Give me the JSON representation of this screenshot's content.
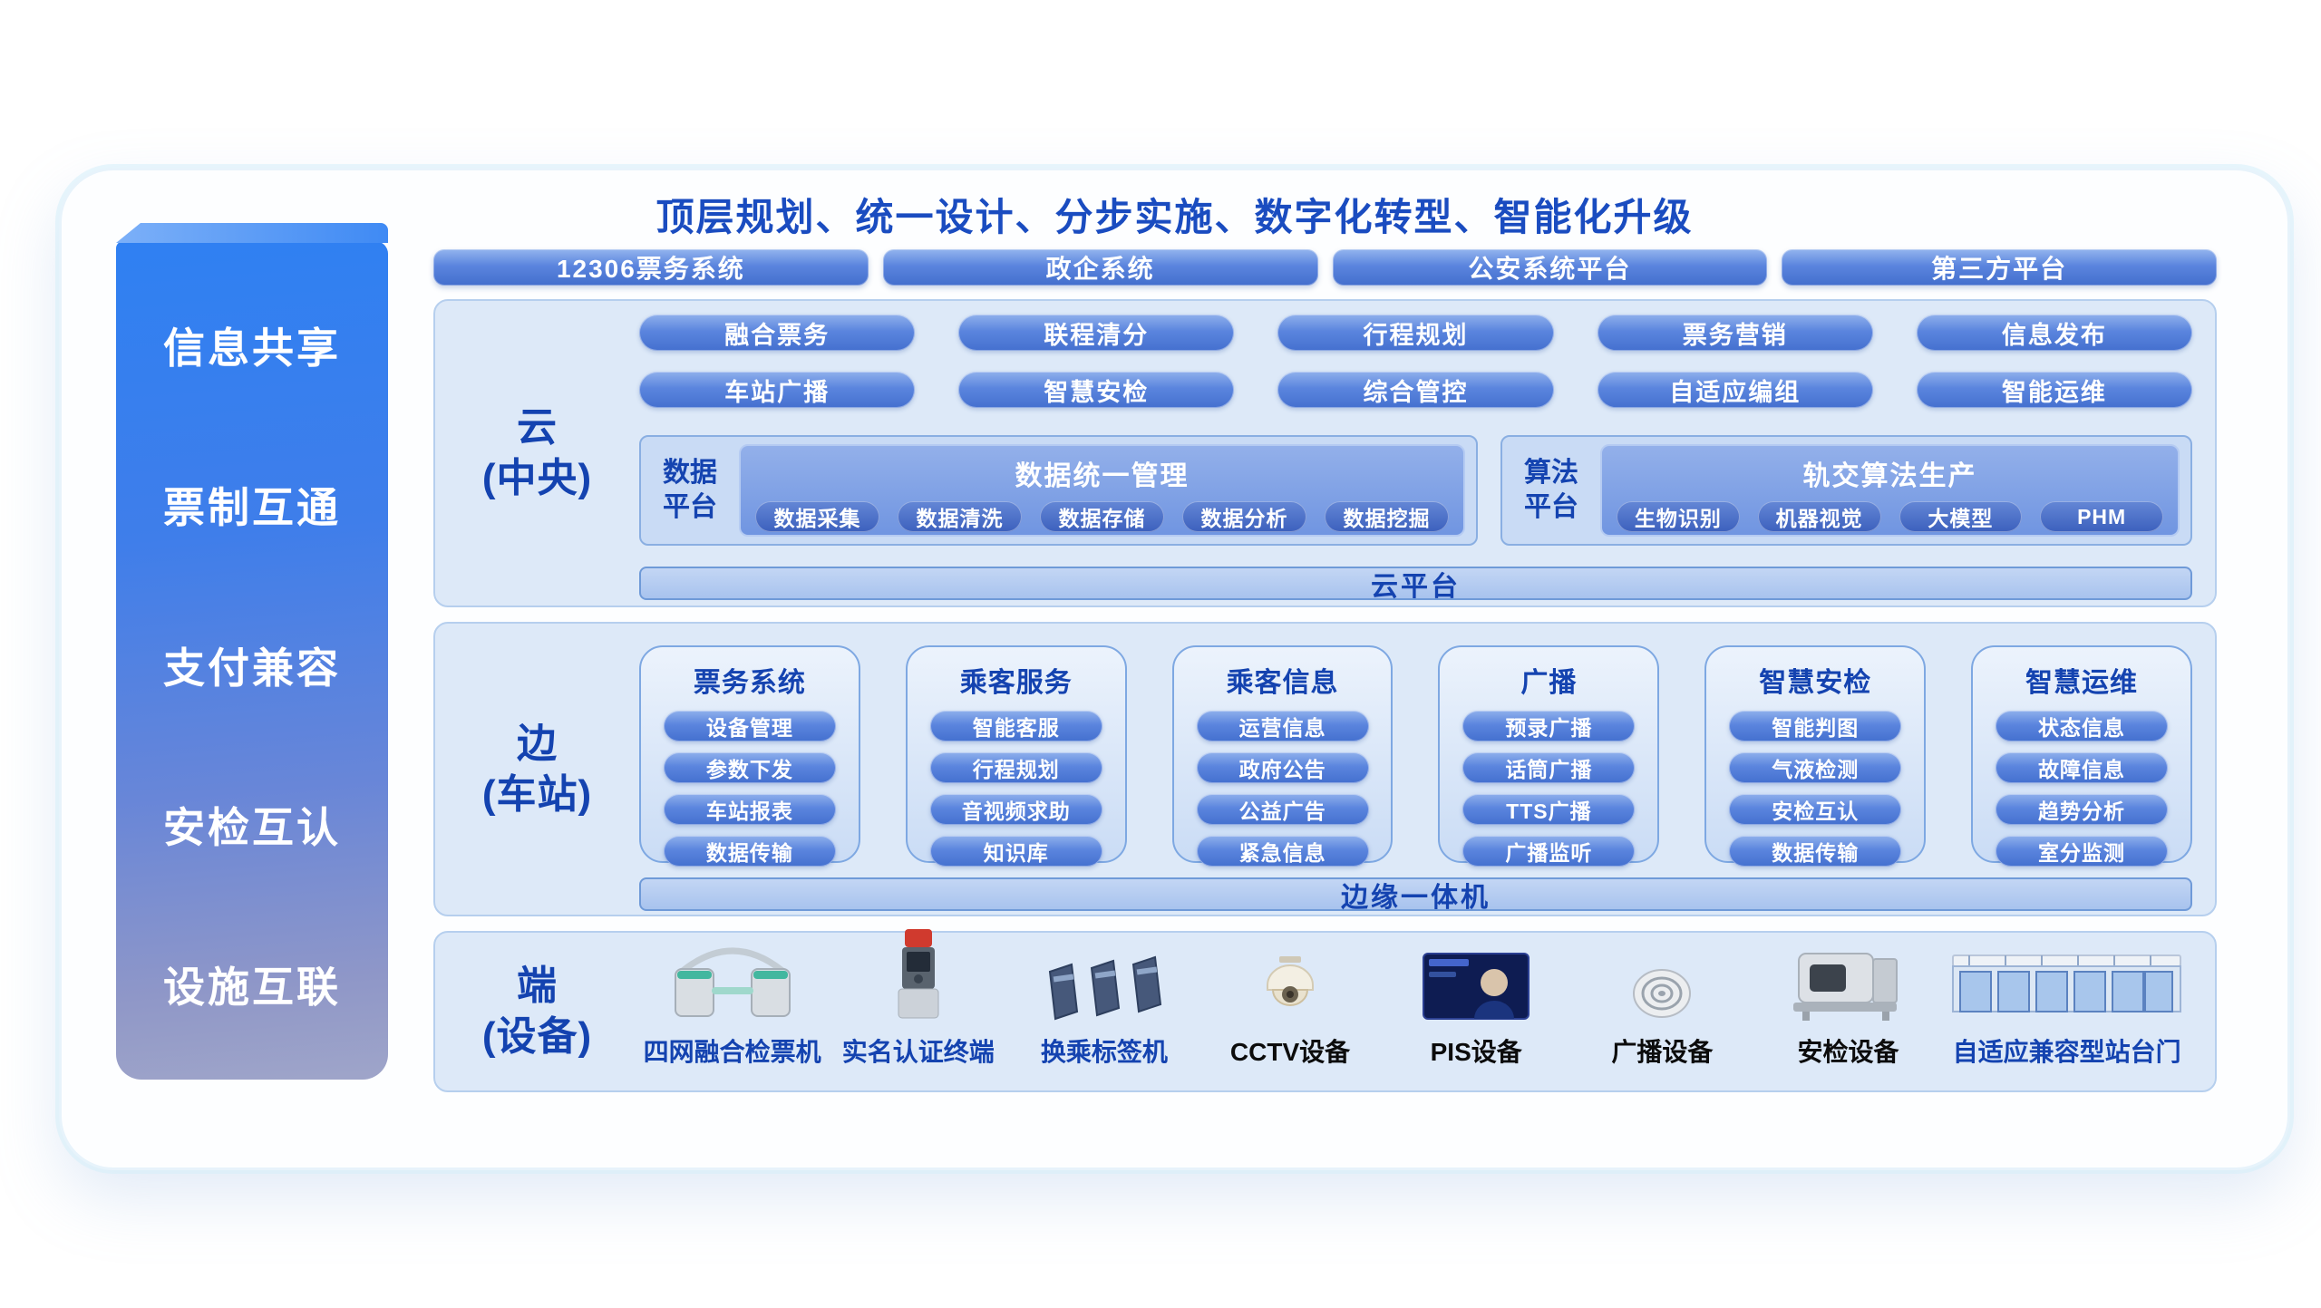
{
  "title": "顶层规划、统一设计、分步实施、数字化转型、智能化升级",
  "colors": {
    "accent_blue": "#1443b0",
    "pill_blue": "#4a77d6",
    "section_bg": "#dde9f8",
    "sidebar_top": "#2f80f2",
    "sidebar_bottom": "#9fa5c9"
  },
  "sidebar": {
    "items": [
      "信息共享",
      "票制互通",
      "支付兼容",
      "安检互认",
      "设施互联"
    ]
  },
  "external_systems": [
    "12306票务系统",
    "政企系统",
    "公安系统平台",
    "第三方平台"
  ],
  "cloud": {
    "label_line1": "云",
    "label_line2": "(中央)",
    "pills_row1": [
      "融合票务",
      "联程清分",
      "行程规划",
      "票务营销",
      "信息发布"
    ],
    "pills_row2": [
      "车站广播",
      "智慧安检",
      "综合管控",
      "自适应编组",
      "智能运维"
    ],
    "data_platform": {
      "label_line1": "数据",
      "label_line2": "平台",
      "group_title": "数据统一管理",
      "items": [
        "数据采集",
        "数据清洗",
        "数据存储",
        "数据分析",
        "数据挖掘"
      ]
    },
    "algo_platform": {
      "label_line1": "算法",
      "label_line2": "平台",
      "group_title": "轨交算法生产",
      "items": [
        "生物识别",
        "机器视觉",
        "大模型",
        "PHM"
      ]
    },
    "footer": "云平台"
  },
  "edge": {
    "label_line1": "边",
    "label_line2": "(车站)",
    "columns": [
      {
        "title": "票务系统",
        "items": [
          "设备管理",
          "参数下发",
          "车站报表",
          "数据传输"
        ]
      },
      {
        "title": "乘客服务",
        "items": [
          "智能客服",
          "行程规划",
          "音视频求助",
          "知识库"
        ]
      },
      {
        "title": "乘客信息",
        "items": [
          "运营信息",
          "政府公告",
          "公益广告",
          "紧急信息"
        ]
      },
      {
        "title": "广播",
        "items": [
          "预录广播",
          "话筒广播",
          "TTS广播",
          "广播监听"
        ]
      },
      {
        "title": "智慧安检",
        "items": [
          "智能判图",
          "气液检测",
          "安检互认",
          "数据传输"
        ]
      },
      {
        "title": "智慧运维",
        "items": [
          "状态信息",
          "故障信息",
          "趋势分析",
          "室分监测"
        ]
      }
    ],
    "footer": "边缘一体机"
  },
  "terminal": {
    "label_line1": "端",
    "label_line2": "(设备)",
    "devices": [
      {
        "label": "四网融合检票机",
        "icon": "fare-gate-icon"
      },
      {
        "label": "实名认证终端",
        "icon": "identity-kiosk-icon"
      },
      {
        "label": "换乘标签机",
        "icon": "transfer-gate-icon"
      },
      {
        "label": "CCTV设备",
        "icon": "cctv-camera-icon"
      },
      {
        "label": "PIS设备",
        "icon": "pis-display-icon"
      },
      {
        "label": "广播设备",
        "icon": "speaker-icon"
      },
      {
        "label": "安检设备",
        "icon": "xray-scanner-icon"
      },
      {
        "label": "自适应兼容型站台门",
        "icon": "platform-door-icon"
      }
    ]
  }
}
